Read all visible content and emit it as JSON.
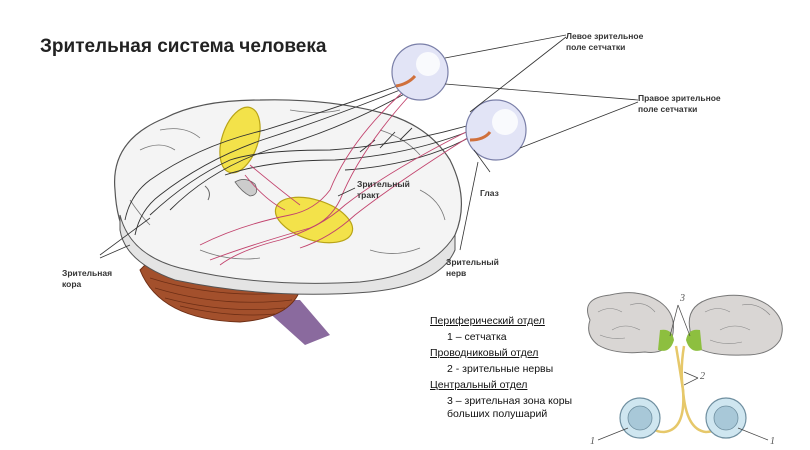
{
  "title": "Зрительная система человека",
  "labels": {
    "left_field_1": "Левое зрительное",
    "left_field_2": "поле сетчатки",
    "right_field_1": "Правое зрительное",
    "right_field_2": "поле сетчатки",
    "tract_1": "Зрительный",
    "tract_2": "тракт",
    "eye": "Глаз",
    "nerve_1": "Зрительный",
    "nerve_2": "нерв",
    "cortex_1": "Зрительная",
    "cortex_2": "кора"
  },
  "legend": {
    "peripheral": "Периферический отдел",
    "peripheral_item": "1 – сетчатка",
    "conductive": "Проводниковый отдел",
    "conductive_item": "2  - зрительные нервы",
    "central": "Центральный отдел",
    "central_item_1": "3 – зрительная зона коры",
    "central_item_2": "больших полушарий"
  },
  "numbers": {
    "n1": "1",
    "n2": "2",
    "n3": "3"
  }
}
